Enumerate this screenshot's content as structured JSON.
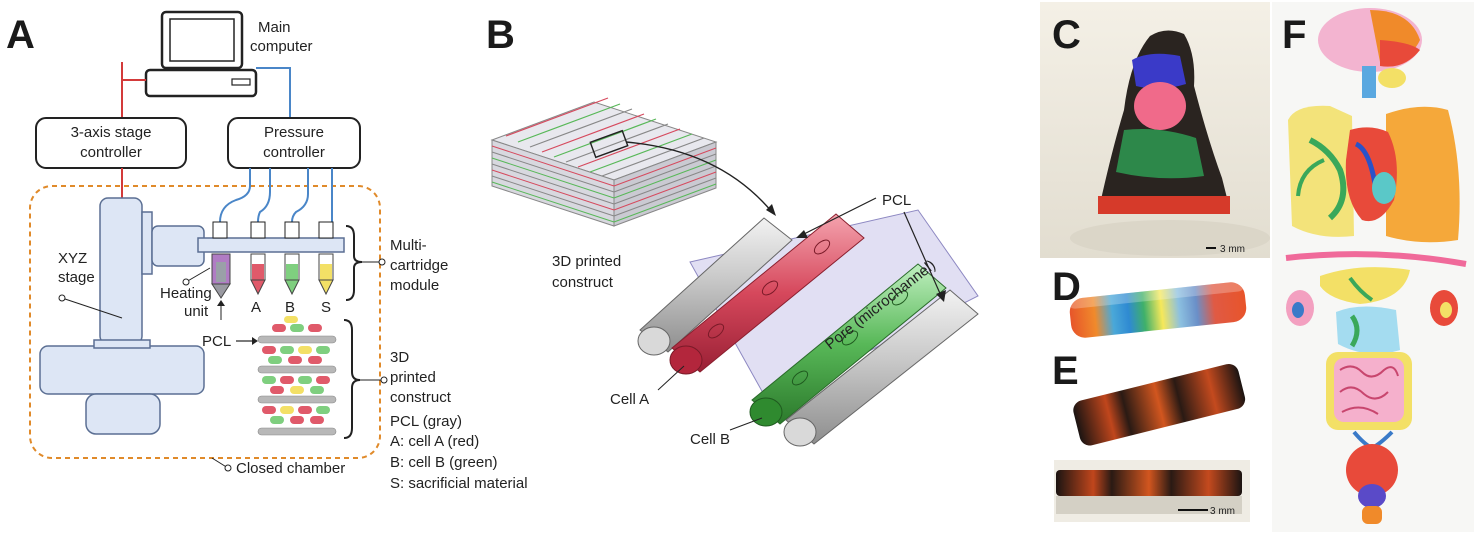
{
  "panels": {
    "a": "A",
    "b": "B",
    "c": "C",
    "d": "D",
    "e": "E",
    "f": "F"
  },
  "panel_a": {
    "computer_line1": "Main",
    "computer_line2": "computer",
    "stage_ctrl_line1": "3-axis stage",
    "stage_ctrl_line2": "controller",
    "pressure_line1": "Pressure",
    "pressure_line2": "controller",
    "xyz_line1": "XYZ",
    "xyz_line2": "stage",
    "heating_line1": "Heating",
    "heating_line2": "unit",
    "cart_a": "A",
    "cart_b": "B",
    "cart_s": "S",
    "module_line1": "Multi-",
    "module_line2": "cartridge",
    "module_line3": "module",
    "pcl": "PCL",
    "construct_line1": "3D",
    "construct_line2": "printed",
    "construct_line3": "construct",
    "legend": [
      "PCL (gray)",
      "A: cell A (red)",
      "B: cell B (green)",
      "S: sacrificial material"
    ],
    "chamber": "Closed chamber"
  },
  "panel_b": {
    "construct_line1": "3D printed",
    "construct_line2": "construct",
    "pcl": "PCL",
    "pore": "Pore (microchannel)",
    "cell_a": "Cell A",
    "cell_b": "Cell B"
  },
  "panel_c": {
    "scale": "3 mm"
  },
  "panel_e": {
    "scale": "3 mm"
  },
  "colors": {
    "red_line": "#d33a3a",
    "blue_line": "#4a86c8",
    "chamber": "#e08a2a",
    "pcl_gray": "#b8b8b8",
    "cell_red": "#d64a5e",
    "cell_green": "#6cc06c",
    "sacrificial_yellow": "#f3e066"
  }
}
